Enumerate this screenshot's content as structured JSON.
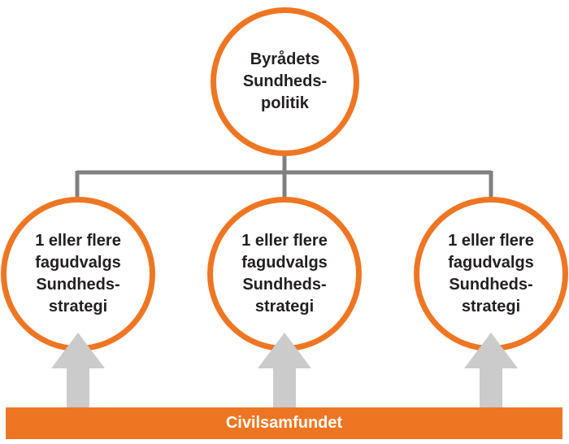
{
  "diagram": {
    "policy_circle": {
      "lines": [
        "Byrådets",
        "Sundheds-",
        "politik"
      ]
    },
    "strategy_circles": [
      {
        "lines": [
          "1 eller flere",
          "fagudvalgs",
          "Sundheds-",
          "strategi"
        ]
      },
      {
        "lines": [
          "1 eller flere",
          "fagudvalgs",
          "Sundheds-",
          "strategi"
        ]
      },
      {
        "lines": [
          "1 eller flere",
          "fagudvalgs",
          "Sundheds-",
          "strategi"
        ]
      }
    ],
    "bottom_bar": {
      "label": "Civilsamfundet"
    },
    "colors": {
      "orange": "#EE7623",
      "connector_gray": "#808080",
      "arrow_gray": "#CBCBCB",
      "text_dark": "#231F20",
      "bar_text": "#FFFFFF",
      "background": "#FFFFFF"
    }
  }
}
